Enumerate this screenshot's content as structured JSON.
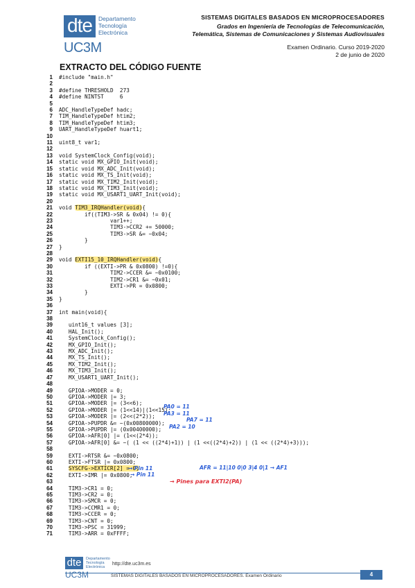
{
  "header": {
    "logo_mark": "dte",
    "logo_dept": [
      "Departamento",
      "Tecnología",
      "Electrónica"
    ],
    "logo_uni": "UC3M",
    "title": "SISTEMAS DIGITALES BASADOS EN MICROPROCESADORES",
    "degree_line1": "Grados en Ingeniería de Tecnologías de Telecomunicación,",
    "degree_line2": "Telemática, Sistemas de Comunicaciones y Sistemas Audiovisuales",
    "exam": "Examen Ordinario. Curso 2019-2020",
    "date": "2 de junio de 2020"
  },
  "section_title": "EXTRACTO DEL CÓDIGO FUENTE",
  "code_lines": [
    "#include \"main.h\"",
    "",
    "#define THRESHOLD  273",
    "#define NINTST     6",
    "",
    "ADC_HandleTypeDef hadc;",
    "TIM_HandleTypeDef htim2;",
    "TIM_HandleTypeDef htim3;",
    "UART_HandleTypeDef huart1;",
    "",
    "uint8_t var1;",
    "",
    "void SystemClock_Config(void);",
    "static void MX_GPIO_Init(void);",
    "static void MX_ADC_Init(void);",
    "static void MX_TS_Init(void);",
    "static void MX_TIM2_Init(void);",
    "static void MX_TIM3_Init(void);",
    "static void MX_USART1_UART_Init(void);",
    "",
    "void TIM3_IRQHandler(void){",
    "        if((TIM3->SR & 0x04) != 0){",
    "                var1++;",
    "                TIM3->CCR2 += 50000;",
    "                TIM3->SR &= ~0x04;",
    "        }",
    "}",
    "",
    "void EXTI15_10_IRQHandler(void){",
    "        if ((EXTI->PR & 0x0800) !=0){",
    "                TIM2->CCER &= ~0x0100;",
    "                TIM2->CR1 &= ~0x01;",
    "                EXTI->PR = 0x0800;",
    "        }",
    "}",
    "",
    "int main(void){",
    "",
    "   uint16_t values [3];",
    "   HAL_Init();",
    "   SystemClock_Config();",
    "   MX_GPIO_Init();",
    "   MX_ADC_Init();",
    "   MX_TS_Init();",
    "   MX_TIM2_Init();",
    "   MX_TIM3_Init();",
    "   MX_USART1_UART_Init();",
    "",
    "   GPIOA->MODER = 0;",
    "   GPIOA->MODER |= 3;",
    "   GPIOA->MODER |= (3<<6);",
    "   GPIOA->MODER |= (1<<14)|(1<<15);",
    "   GPIOA->MODER |= (2<<(2*2));",
    "   GPIOA->PUPDR &= ~(0x00800000);",
    "   GPIOA->PUPDR |= (0x00400000);",
    "   GPIOA->AFR[0] |= (1<<(2*4));",
    "   GPIOA->AFR[0] &= ~( (1 << ((2*4)+1)) | (1 <<((2*4)+2)) | (1 << ((2*4)+3)));",
    "",
    "   EXTI->RTSR &= ~0x0800;",
    "   EXTI->FTSR |= 0x0800;",
    "   SYSCFG->EXTICR[2] = 0;",
    "   EXTI->IMR |= 0x0800;",
    "",
    "   TIM3->CR1 = 0;",
    "   TIM3->CR2 = 0;",
    "   TIM3->SMCR = 0;",
    "   TIM3->CCMR1 = 0;",
    "   TIM3->CCER = 0;",
    "   TIM3->CNT = 0;",
    "   TIM3->PSC = 31999;",
    "   TIM3->ARR = 0xFFFF;"
  ],
  "annotations": {
    "pa0": "PA0 = 11",
    "pa3": "PA3 = 11",
    "pa7": "PA7 = 11",
    "pa2": "PA2 = 10",
    "pin11_a": "→ Pin 11",
    "pin11_b": "→ Pin 11",
    "afr": "AFR = 11|10 0|0  3|4 0|1  → AF1",
    "pines": "→ Pines para EXTI2(PA)"
  },
  "footer": {
    "url": "http://dte.uc3m.es",
    "subject": "SISTEMAS DIGITALES BASADOS EN MICROPROCESADORES. Examen Ordinario",
    "page": "4"
  },
  "colors": {
    "brand": "#3a6fa8",
    "highlight": "#ffe98a",
    "ink_blue": "#2a5cd6",
    "ink_red": "#e0303a"
  }
}
